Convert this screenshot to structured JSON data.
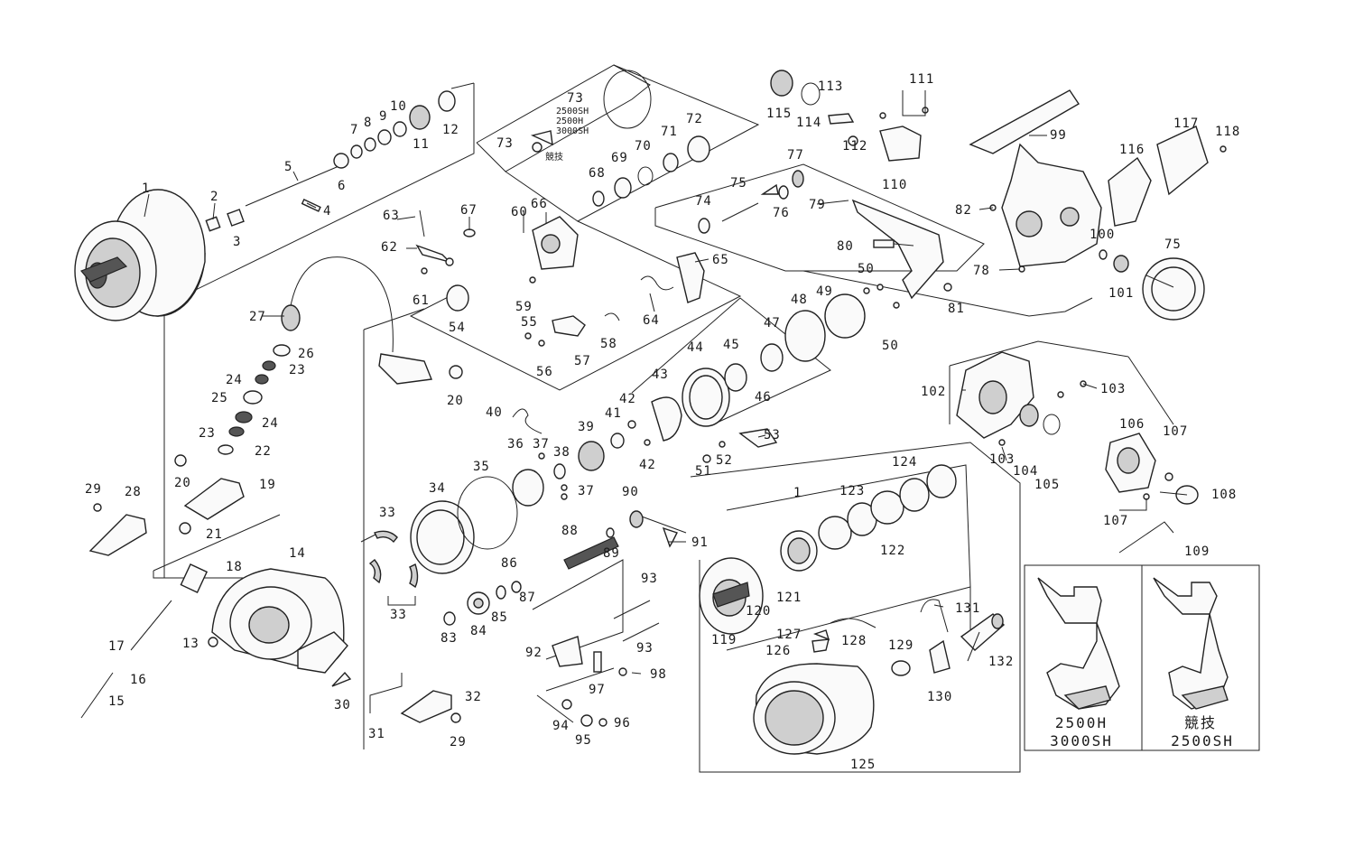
{
  "labels": {
    "l1": "1",
    "l2": "2",
    "l3": "3",
    "l4": "4",
    "l5": "5",
    "l6": "6",
    "l7": "7",
    "l8": "8",
    "l9": "9",
    "l10": "10",
    "l11": "11",
    "l12": "12",
    "l13": "13",
    "l14": "14",
    "l15": "15",
    "l16": "16",
    "l17": "17",
    "l18": "18",
    "l19": "19",
    "l20a": "20",
    "l20b": "20",
    "l21": "21",
    "l22": "22",
    "l23a": "23",
    "l23b": "23",
    "l24a": "24",
    "l24b": "24",
    "l25": "25",
    "l26": "26",
    "l27": "27",
    "l28": "28",
    "l29a": "29",
    "l29b": "29",
    "l30": "30",
    "l31": "31",
    "l32": "32",
    "l33a": "33",
    "l33b": "33",
    "l34": "34",
    "l35": "35",
    "l36": "36",
    "l37a": "37",
    "l37b": "37",
    "l38": "38",
    "l39": "39",
    "l40": "40",
    "l41": "41",
    "l42a": "42",
    "l42b": "42",
    "l43": "43",
    "l44": "44",
    "l45": "45",
    "l46": "46",
    "l47": "47",
    "l48": "48",
    "l49": "49",
    "l50a": "50",
    "l50b": "50",
    "l51": "51",
    "l52": "52",
    "l53": "53",
    "l54": "54",
    "l55": "55",
    "l56": "56",
    "l57": "57",
    "l58": "58",
    "l59": "59",
    "l60": "60",
    "l61": "61",
    "l62": "62",
    "l63": "63",
    "l64": "64",
    "l65": "65",
    "l66": "66",
    "l67": "67",
    "l68": "68",
    "l69": "69",
    "l70": "70",
    "l71": "71",
    "l72": "72",
    "l73a": "73",
    "l73b": "73",
    "l74": "74",
    "l75a": "75",
    "l75b": "75",
    "l76": "76",
    "l77": "77",
    "l78": "78",
    "l79": "79",
    "l80": "80",
    "l81": "81",
    "l82": "82",
    "l83": "83",
    "l84": "84",
    "l85": "85",
    "l86": "86",
    "l87": "87",
    "l88": "88",
    "l89": "89",
    "l90": "90",
    "l91": "91",
    "l92": "92",
    "l93a": "93",
    "l93b": "93",
    "l94": "94",
    "l95": "95",
    "l96": "96",
    "l97": "97",
    "l98": "98",
    "l99": "99",
    "l100": "100",
    "l101": "101",
    "l102": "102",
    "l103a": "103",
    "l103b": "103",
    "l104": "104",
    "l105": "105",
    "l106": "106",
    "l107a": "107",
    "l107b": "107",
    "l108": "108",
    "l109": "109",
    "l110": "110",
    "l111": "111",
    "l112": "112",
    "l113": "113",
    "l114": "114",
    "l115": "115",
    "l116": "116",
    "l117": "117",
    "l118": "118",
    "l119": "119",
    "l120": "120",
    "l121": "121",
    "l122": "122",
    "l123": "123",
    "l124": "124",
    "l125": "125",
    "l126": "126",
    "l127": "127",
    "l128": "128",
    "l129": "129",
    "l130": "130",
    "l131": "131",
    "l132": "132",
    "l1b": "1"
  },
  "model_notes": {
    "line1": "2500SH",
    "line2": "2500H",
    "line3": "3000SH",
    "kanji_top": "競技"
  },
  "handle_panels": {
    "left_line1": "2500H",
    "left_line2": "3000SH",
    "right_line1": "競技",
    "right_line2": "2500SH"
  }
}
